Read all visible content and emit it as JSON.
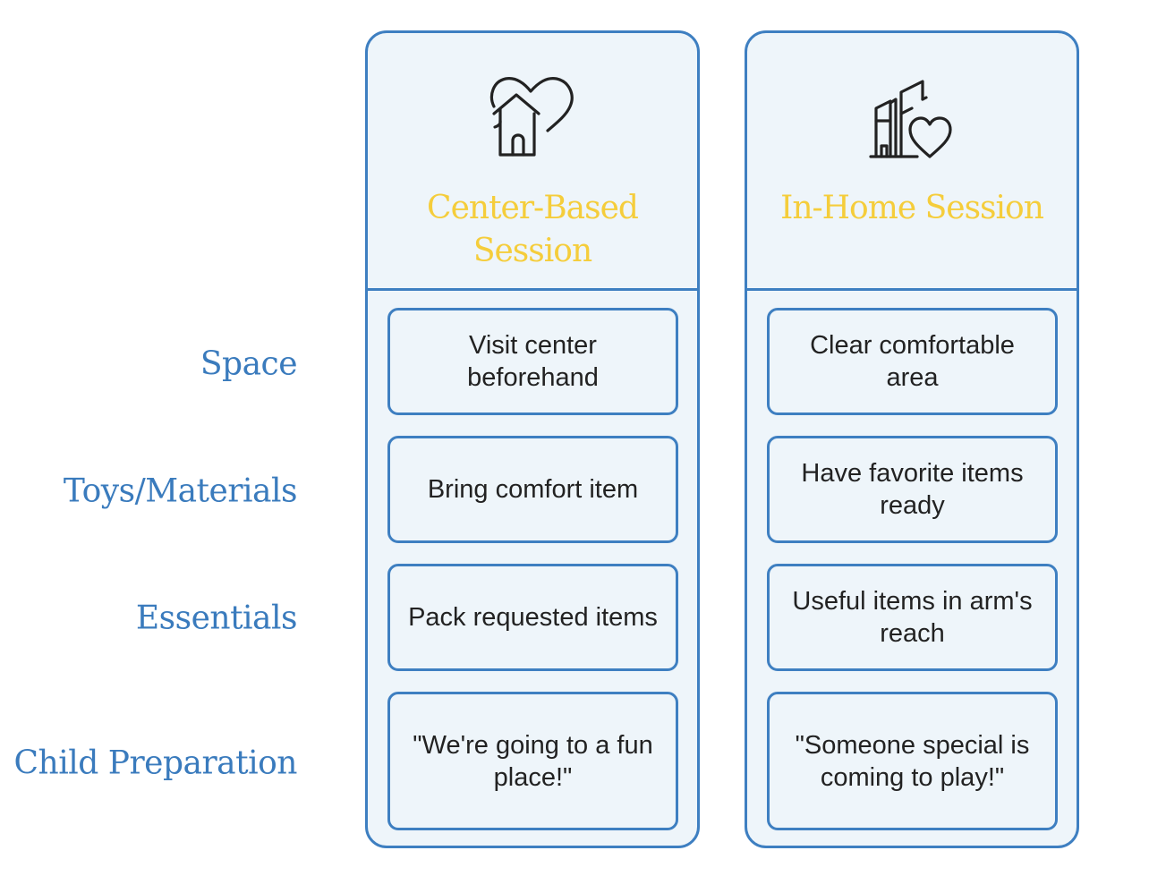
{
  "rows": [
    {
      "label": "Space"
    },
    {
      "label": "Toys/Materials"
    },
    {
      "label": "Essentials"
    },
    {
      "label": "Child Preparation"
    }
  ],
  "columns": [
    {
      "title": "Center-Based Session",
      "icon": "house-heart-icon",
      "cells": [
        "Visit center beforehand",
        "Bring comfort item",
        "Pack requested items",
        "\"We're going to a fun place!\""
      ]
    },
    {
      "title": "In-Home Session",
      "icon": "buildings-heart-icon",
      "cells": [
        "Clear comfortable area",
        "Have favorite items ready",
        "Useful items in arm's reach",
        "\"Someone special is coming to play!\""
      ]
    }
  ],
  "colors": {
    "border": "#3e7fc1",
    "fill": "#eef5fa",
    "title": "#f5cd3b",
    "row_label": "#3a7bbd",
    "text": "#222222"
  }
}
